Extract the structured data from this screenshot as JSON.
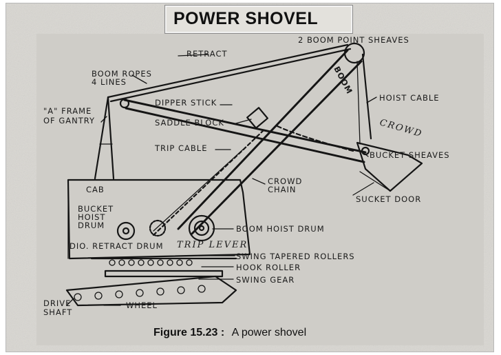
{
  "title": "POWER SHOVEL",
  "labels": {
    "boom_point_sheaves": "2 BOOM POINT SHEAVES",
    "retract": "RETRACT",
    "boom_ropes_line1": "BOOM ROPES",
    "boom_ropes_line2": "4 LINES",
    "dipper_stick": "DIPPER STICK",
    "a_frame_line1": "\"A\" FRAME",
    "a_frame_line2": "OF GANTRY",
    "saddle_block": "SADDLE BLOCK",
    "trip_cable": "TRIP CABLE",
    "cab": "CAB",
    "bucket_hoist_line1": "BUCKET",
    "bucket_hoist_line2": "HOIST",
    "bucket_hoist_line3": "DRUM",
    "retract_drum": "DIO. RETRACT DRUM",
    "trip_lever": "TRIP LEVER",
    "boom_hoist_drum": "BOOM HOIST DRUM",
    "swing_tapered_rollers": "SWING TAPERED ROLLERS",
    "hook_roller": "HOOK ROLLER",
    "swing_gear": "SWING GEAR",
    "drive_line1": "DRIVE",
    "drive_line2": "SHAFT",
    "wheel": "WHEEL",
    "hoist_cable": "HOIST CABLE",
    "crowd": "CROWD",
    "bucket_sheaves": "BUCKET SHEAVES",
    "crowd_chain_line1": "CROWD",
    "crowd_chain_line2": "CHAIN",
    "bucket_door": "SUCKET DOOR",
    "boom": "BOOM"
  },
  "caption": {
    "figure": "Figure 15.23 :",
    "text": "A power shovel"
  },
  "colors": {
    "slide_bg": "#d9d7d2",
    "diagram_bg": "#cfcdc8",
    "ink": "#151515"
  }
}
